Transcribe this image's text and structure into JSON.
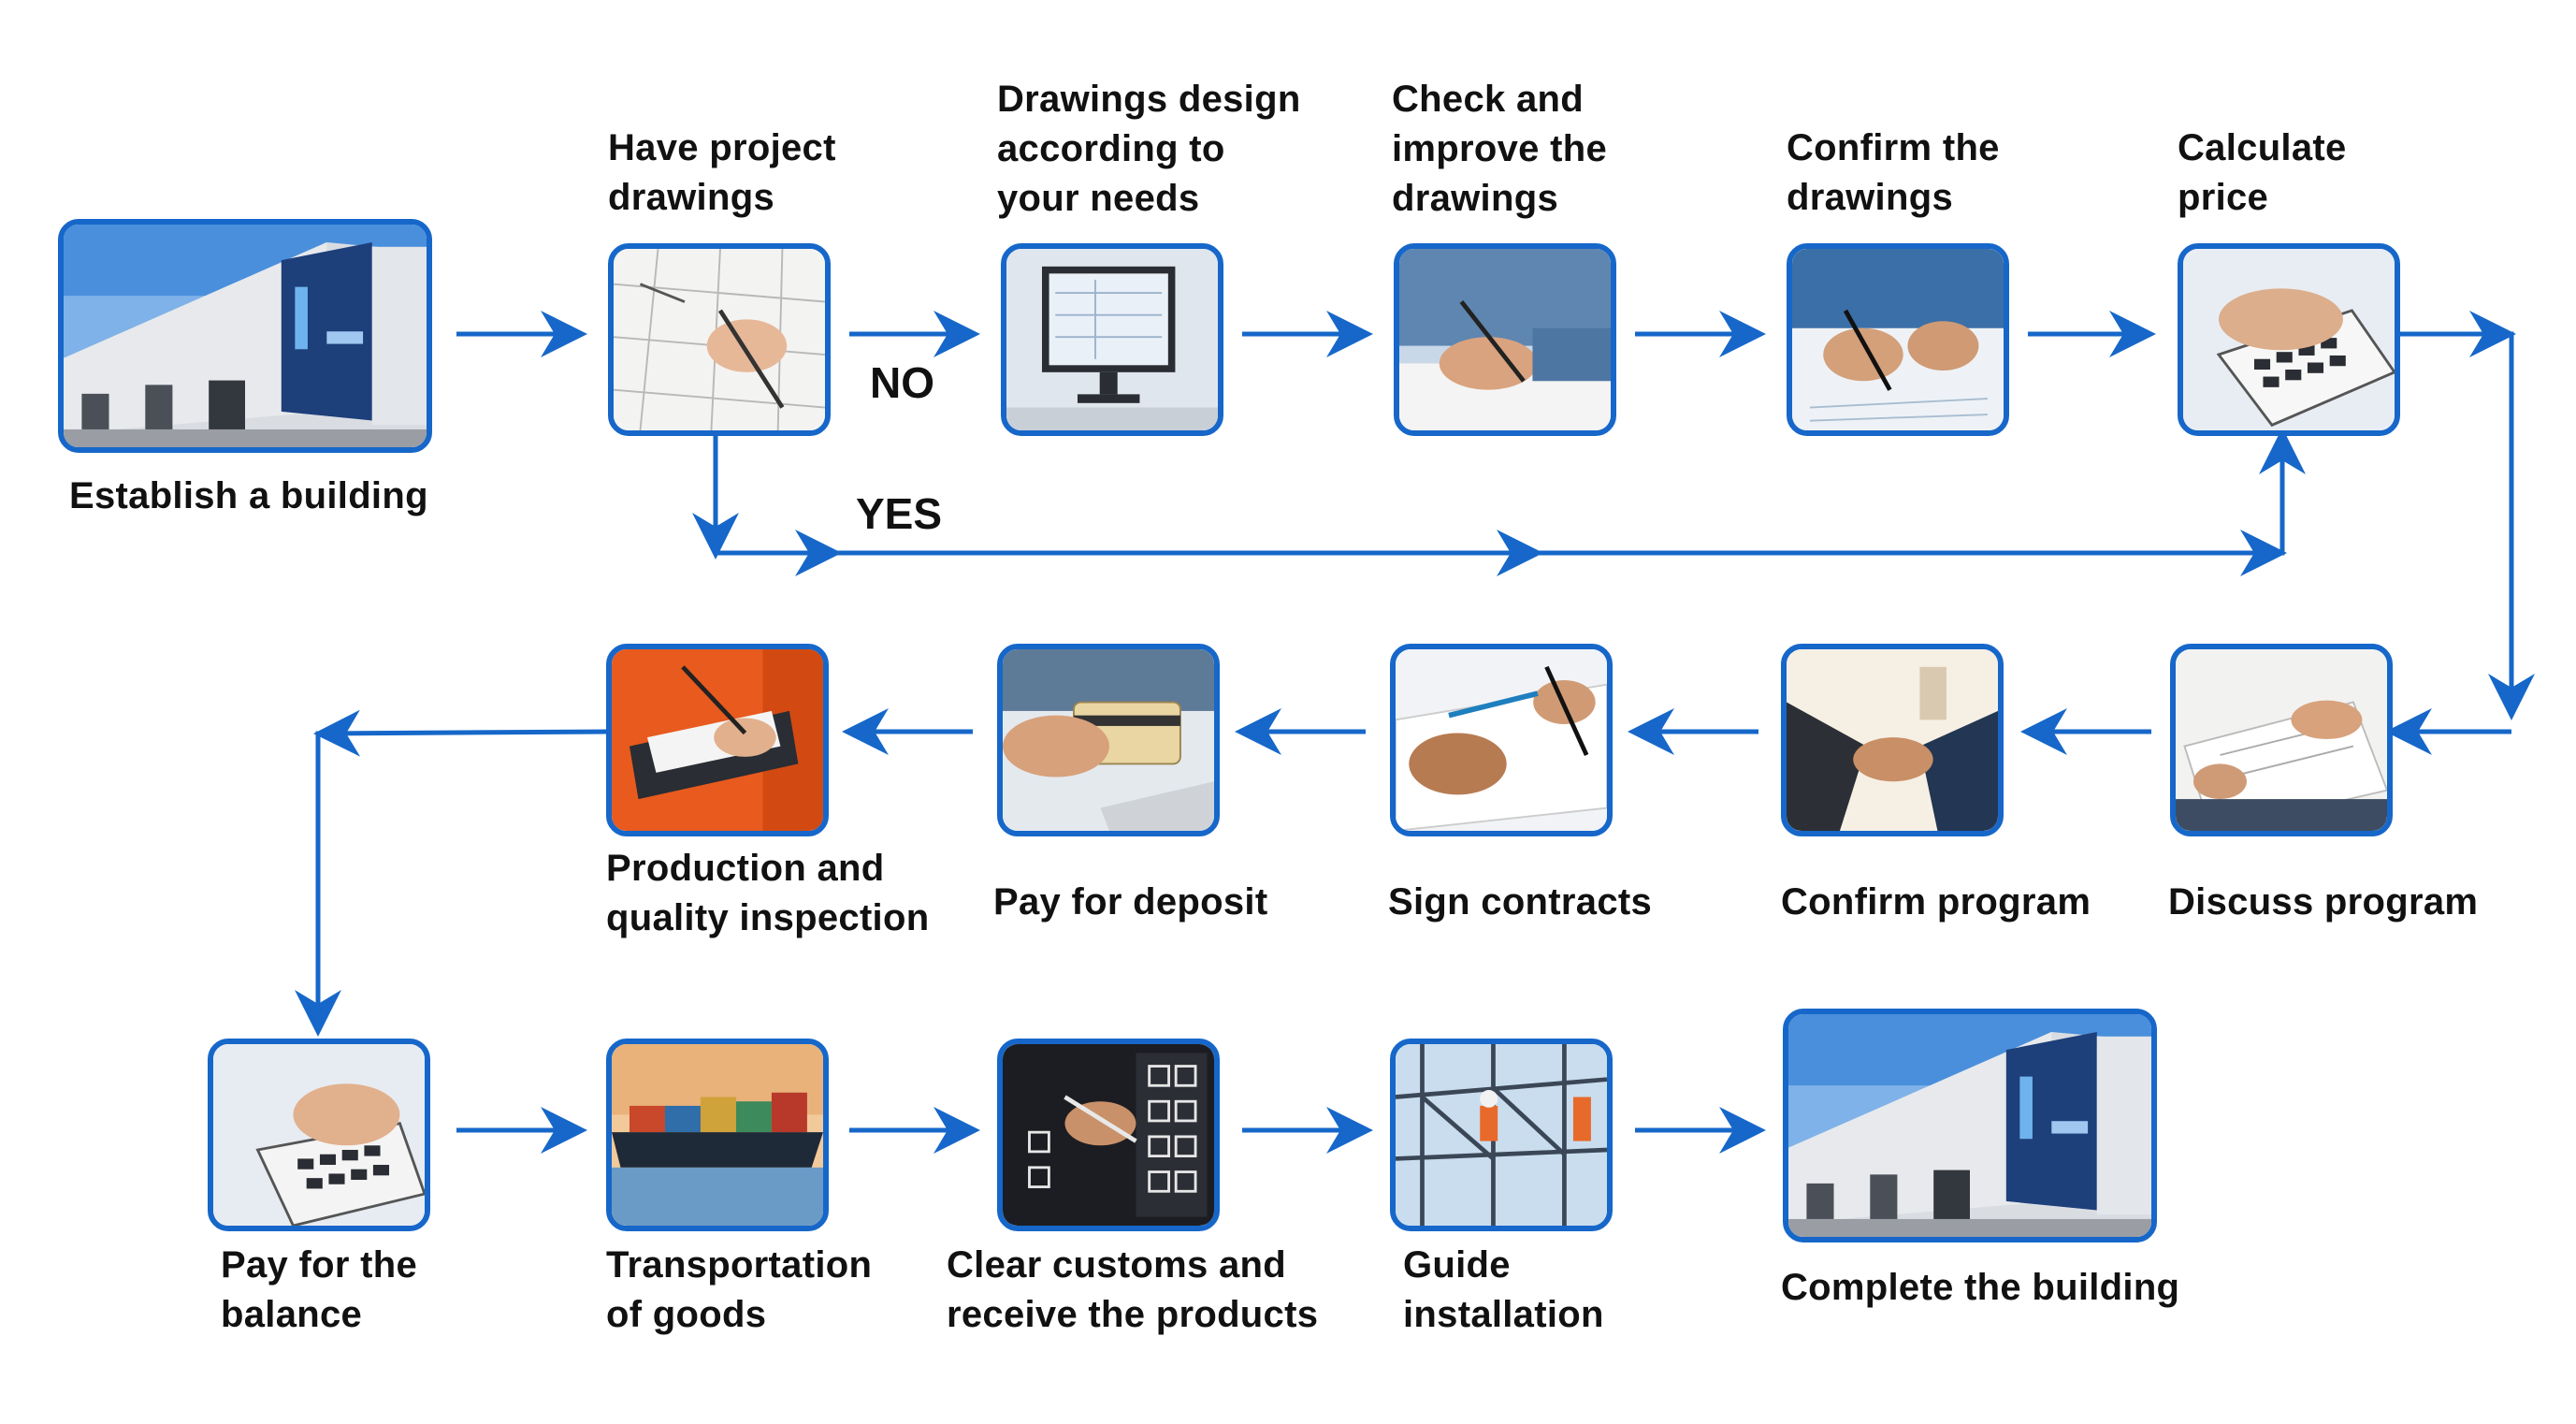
{
  "colors": {
    "arrow": "#1667c9",
    "frame": "#1667c9",
    "text": "#111111"
  },
  "steps": [
    {
      "label": "Establish a building",
      "icon": "factory-building-icon"
    },
    {
      "label": "Have project\ndrawings",
      "icon": "sketching-drawings-icon"
    },
    {
      "label": "Drawings design\naccording to\nyour needs",
      "icon": "computer-monitor-icon"
    },
    {
      "label": "Check and\nimprove the\ndrawings",
      "icon": "hand-writing-icon"
    },
    {
      "label": "Confirm the\ndrawings",
      "icon": "hands-pointing-icon"
    },
    {
      "label": "Calculate\nprice",
      "icon": "calculator-icon"
    },
    {
      "label": "Discuss program",
      "icon": "documents-discussion-icon"
    },
    {
      "label": "Confirm program",
      "icon": "handshake-icon"
    },
    {
      "label": "Sign contracts",
      "icon": "contract-signing-icon"
    },
    {
      "label": "Pay for deposit",
      "icon": "credit-card-icon"
    },
    {
      "label": "Production and\nquality inspection",
      "icon": "inspector-clipboard-icon"
    },
    {
      "label": "Pay for the\nbalance",
      "icon": "calculator-icon"
    },
    {
      "label": "Transportation\nof goods",
      "icon": "cargo-ship-icon"
    },
    {
      "label": "Clear customs and\nreceive the products",
      "icon": "checklist-icon"
    },
    {
      "label": "Guide\ninstallation",
      "icon": "steel-structure-icon"
    },
    {
      "label": "Complete the building",
      "icon": "factory-building-icon"
    }
  ],
  "branches": {
    "no": "NO",
    "yes": "YES"
  }
}
